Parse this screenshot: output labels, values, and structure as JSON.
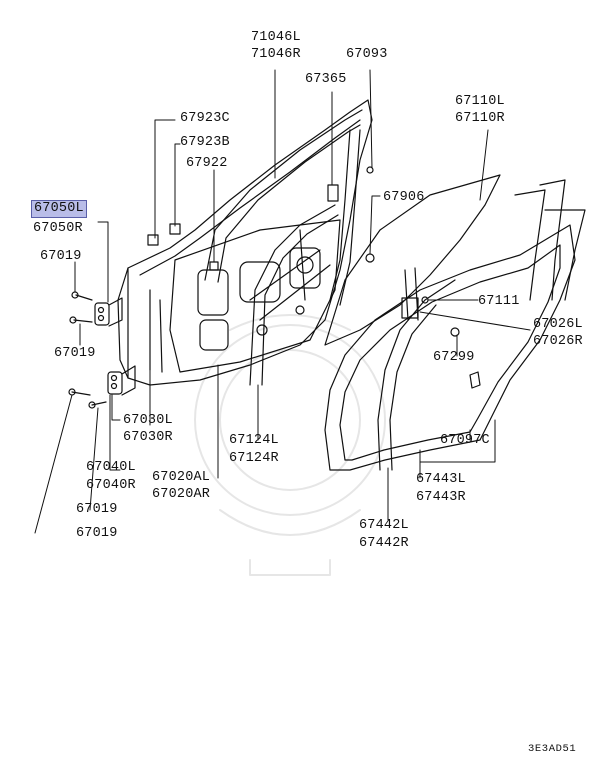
{
  "diagram": {
    "highlight_color": "#b9bde8",
    "labels": [
      {
        "id": "71046l",
        "text": "71046L"
      },
      {
        "id": "71046r",
        "text": "71046R"
      },
      {
        "id": "67093",
        "text": "67093"
      },
      {
        "id": "67365",
        "text": "67365"
      },
      {
        "id": "67110l",
        "text": "67110L"
      },
      {
        "id": "67110r",
        "text": "67110R"
      },
      {
        "id": "67923c",
        "text": "67923C"
      },
      {
        "id": "67923b",
        "text": "67923B"
      },
      {
        "id": "67922",
        "text": "67922"
      },
      {
        "id": "67050l",
        "text": "67050L"
      },
      {
        "id": "67050r",
        "text": "67050R"
      },
      {
        "id": "67906",
        "text": "67906"
      },
      {
        "id": "67019a",
        "text": "67019"
      },
      {
        "id": "67111",
        "text": "67111"
      },
      {
        "id": "67026l",
        "text": "67026L"
      },
      {
        "id": "67026r",
        "text": "67026R"
      },
      {
        "id": "67019b",
        "text": "67019"
      },
      {
        "id": "67299",
        "text": "67299"
      },
      {
        "id": "67030l",
        "text": "67030L"
      },
      {
        "id": "67030r",
        "text": "67030R"
      },
      {
        "id": "67124l",
        "text": "67124L"
      },
      {
        "id": "67124r",
        "text": "67124R"
      },
      {
        "id": "67097c",
        "text": "67097C"
      },
      {
        "id": "67040l",
        "text": "67040L"
      },
      {
        "id": "67040r",
        "text": "67040R"
      },
      {
        "id": "67020al",
        "text": "67020AL"
      },
      {
        "id": "67020ar",
        "text": "67020AR"
      },
      {
        "id": "67443l",
        "text": "67443L"
      },
      {
        "id": "67443r",
        "text": "67443R"
      },
      {
        "id": "67019c",
        "text": "67019"
      },
      {
        "id": "67442l",
        "text": "67442L"
      },
      {
        "id": "67442r",
        "text": "67442R"
      },
      {
        "id": "67019d",
        "text": "67019"
      }
    ],
    "figure_code": "3E3AD51"
  }
}
